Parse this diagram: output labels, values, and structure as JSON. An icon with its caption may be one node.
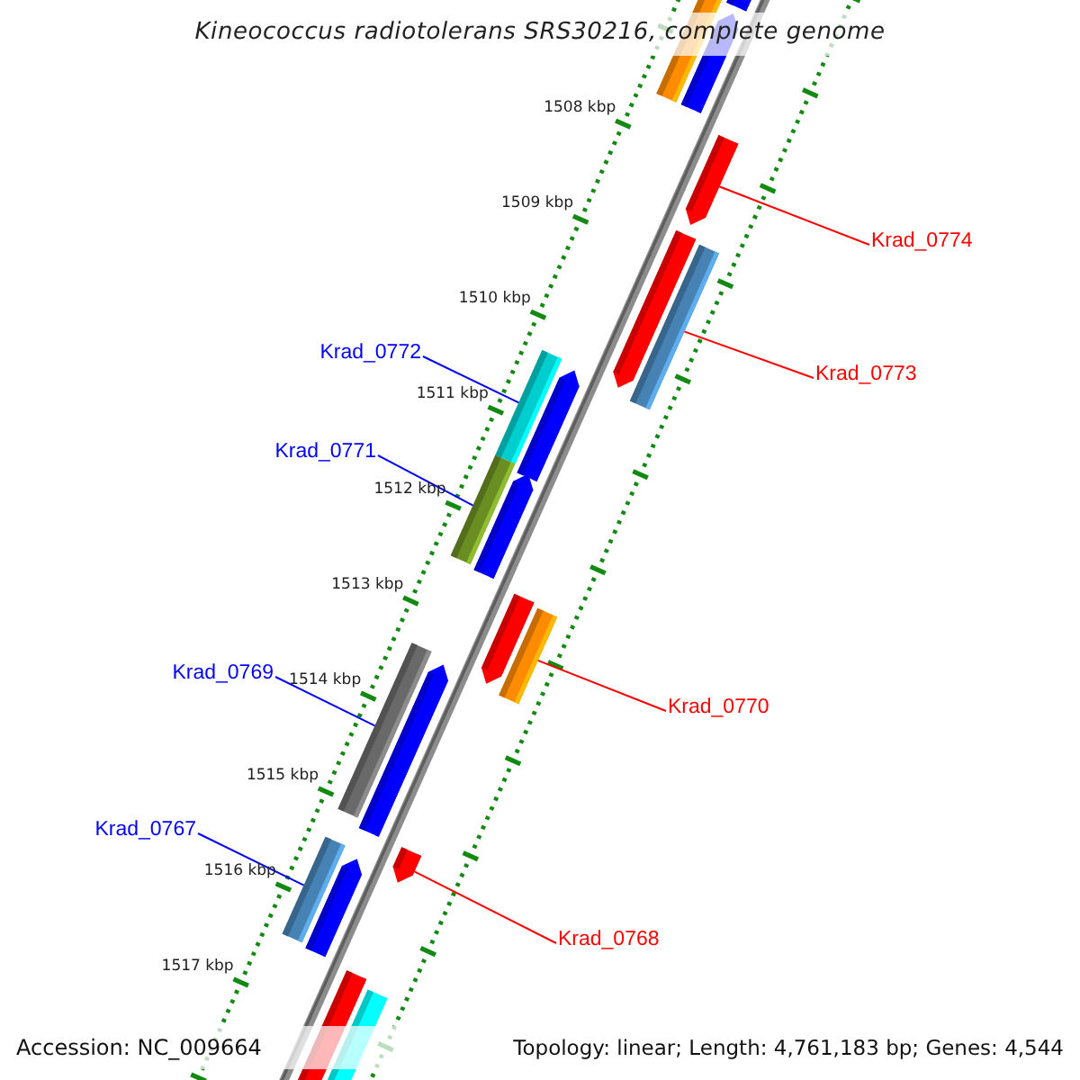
{
  "diagram": {
    "title": "Kineococcus radiotolerans SRS30216, complete genome",
    "nodes": [
      {
        "text": [
          "Krad_0774"
        ]
      },
      {
        "text": [
          "Krad_0773"
        ]
      },
      {
        "text": [
          "Krad_0772"
        ]
      },
      {
        "text": [
          "Krad_0771"
        ]
      },
      {
        "text": [
          "Krad_0770"
        ]
      },
      {
        "text": [
          "Krad_0769"
        ]
      },
      {
        "text": [
          "Krad_0767"
        ]
      },
      {
        "text": [
          "Krad_0768"
        ]
      },
      {
        "text": [],
        "shape": "bar"
      },
      {
        "text": [],
        "shape": "bar"
      },
      {
        "text": [],
        "shape": "bar"
      },
      {
        "text": [],
        "shape": "bar"
      },
      {
        "text": [],
        "shape": "bar"
      },
      {
        "text": [],
        "shape": "bar"
      },
      {
        "text": [],
        "shape": "bar"
      },
      {
        "text": [],
        "shape": "bar"
      },
      {
        "text": [],
        "shape": "bar"
      },
      {
        "text": [],
        "shape": "bar"
      },
      {
        "text": [],
        "shape": "bar"
      },
      {
        "text": [],
        "shape": "bar"
      },
      {
        "text": [],
        "shape": "bar"
      },
      {
        "text": [],
        "shape": "bar"
      },
      {
        "text": [],
        "shape": "bar"
      },
      {
        "text": [],
        "shape": "bar"
      },
      {
        "text": [],
        "shape": "bar"
      },
      {
        "text": [],
        "shape": "bar"
      },
      {
        "text": [],
        "shape": "bar"
      }
    ],
    "edges": [
      {
        "from": 0,
        "to": 11,
        "arrow": "none",
        "color": "#ff0000"
      },
      {
        "from": 1,
        "to": 13,
        "arrow": "none",
        "color": "#ff0000"
      },
      {
        "from": 2,
        "to": 14,
        "arrow": "none",
        "color": "#0000ff"
      },
      {
        "from": 3,
        "to": 16,
        "arrow": "none",
        "color": "#0000ff"
      },
      {
        "from": 4,
        "to": 19,
        "arrow": "none",
        "color": "#ff0000"
      },
      {
        "from": 5,
        "to": 20,
        "arrow": "none",
        "color": "#0000ff"
      },
      {
        "from": 6,
        "to": 23,
        "arrow": "none",
        "color": "#0000ff"
      },
      {
        "from": 7,
        "to": 22,
        "arrow": "none",
        "color": "#ff0000"
      }
    ],
    "labels": [
      "1508 kbp",
      "1509 kbp",
      "1510 kbp",
      "1511 kbp",
      "1512 kbp",
      "1513 kbp",
      "1514 kbp",
      "1515 kbp",
      "1516 kbp",
      "1517 kbp",
      "Accession: NC_009664",
      "Topology: linear; Length: 4,761,183 bp; Genes: 4,544"
    ]
  }
}
